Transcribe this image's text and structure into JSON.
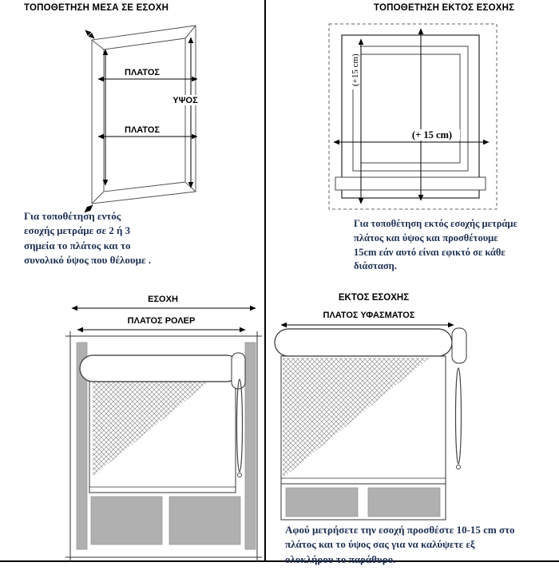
{
  "page": {
    "bg": "#ffffff",
    "line_color": "#000000",
    "note_color": "#1c2e52",
    "gray_fill": "#b0b0b0"
  },
  "sections": {
    "top_left": {
      "title": "ΤΟΠΟΘΕΤΗΣΗ ΜΕΣΑ ΣΕ ΕΣΟΧΗ",
      "labels": {
        "width_top": "ΠΛΑΤΟΣ",
        "height": "ΥΨΟΣ",
        "width_bottom": "ΠΛΑΤΟΣ"
      },
      "note": "Για τοποθέτηση εντός εσοχής μετράμε σε 2 ή 3 σημεία το πλάτος και το συνολικό ύψος που θέλουμε ."
    },
    "top_right": {
      "title": "ΤΟΠΟΘΕΤΗΣΗ ΕΚΤΟΣ ΕΣΟΧΗΣ",
      "labels": {
        "height_plus": "(+15 cm)",
        "width_plus": "(+ 15 cm)"
      },
      "note": "Για τοποθέτηση εκτός εσοχής μετράμε πλάτος και ύψος και προσθέτουμε 15cm εάν αυτό είναι εφικτό σε κάθε διάσταση."
    },
    "bottom_left": {
      "labels": {
        "recess": "ΕΣΟΧΗ",
        "roller_width": "ΠΛΑΤΟΣ ΡΟΛΕΡ"
      }
    },
    "bottom_right": {
      "labels": {
        "outside_recess": "ΕΚΤΟΣ ΕΣΟΧΗΣ",
        "fabric_width": "ΠΛΑΤΟΣ ΥΦΑΣΜΑΤΟΣ"
      },
      "note": "Αφού μετρήσετε την εσοχή προσθέστε 10-15 cm στο πλάτος και το ύψος σας για να καλύψετε εξ ολοκλήρου το παράθυρο."
    }
  }
}
